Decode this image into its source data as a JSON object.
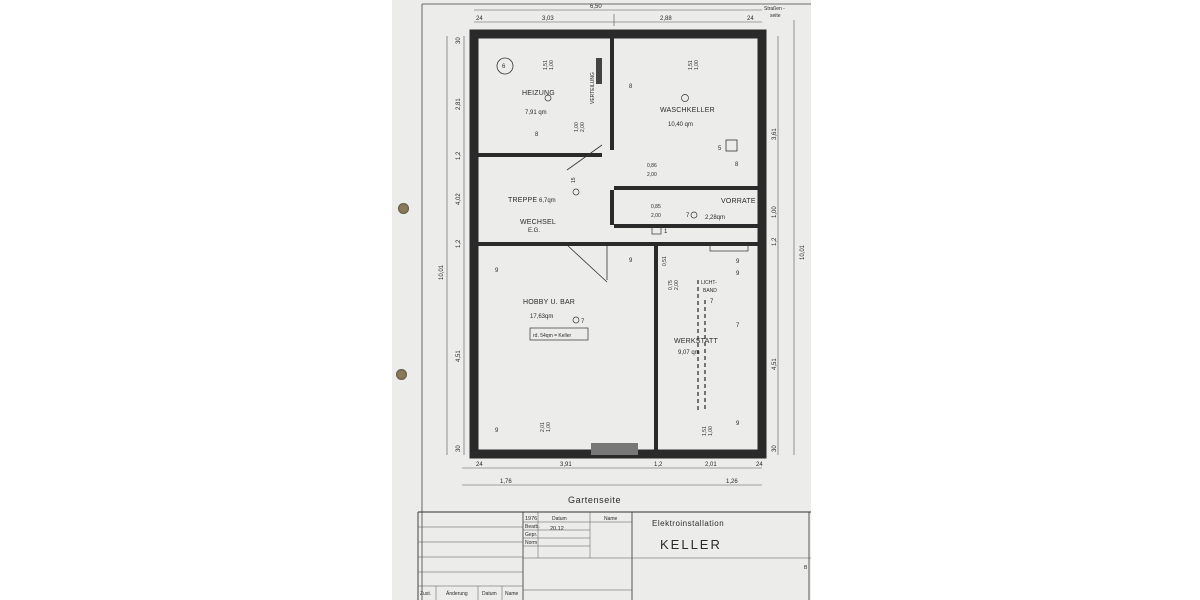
{
  "overall": {
    "top_width": "6,50",
    "top_left": "3,03",
    "top_right": "2,88",
    "top_edge_a": "24",
    "top_edge_b": "24",
    "left_height": "10,01",
    "right_height": "10,01"
  },
  "street": {
    "line1": "Straßen -",
    "line2": "seite"
  },
  "left_dims": [
    "30",
    "2,81",
    "1,2",
    "4,02",
    "1,2",
    "4,51",
    "30"
  ],
  "right_dims": [
    "3,61",
    "1,00",
    "1,2",
    "4,51",
    "30"
  ],
  "bottom_dims": {
    "a": "24",
    "b": "3,91",
    "c": "1,2",
    "d": "2,01",
    "e": "24",
    "f": "1,76",
    "g": "1,26"
  },
  "garden": "Gartenseite",
  "rooms": {
    "heizung": {
      "name": "HEIZUNG",
      "area": "7,91 qm",
      "marker": "6",
      "win": "1,51",
      "win2": "1,00"
    },
    "verteilung": {
      "name": "VERTEILUNG"
    },
    "waschkeller": {
      "name": "WASCHKELLER",
      "area": "10,40 qm",
      "win": "1,51",
      "win2": "1,00"
    },
    "treppe": {
      "name": "TREPPE",
      "area": "6,7qm",
      "sym": "15"
    },
    "wechsel": {
      "name": "WECHSEL",
      "floor": "E.G."
    },
    "vorrate": {
      "name": "VORRATE",
      "area": "2,28qm"
    },
    "hobby": {
      "name": "HOBBY U. BAR",
      "area": "17,63qm",
      "note": "rd. 54qm = Keller",
      "win": "2,01",
      "win2": "1,00"
    },
    "werkstatt": {
      "name": "WERKSTATT",
      "area": "9,07 qm",
      "licht1": "LICHT-",
      "licht2": "BAND",
      "win": "1,51",
      "win2": "1,00"
    }
  },
  "door_dims": {
    "d1": "1,00",
    "d1b": "2,00",
    "d2": "0,86",
    "d2b": "2,00",
    "d3": "0,85",
    "d3b": "2,00",
    "d4": "0,75",
    "d4b": "2,00",
    "d5": "0,51"
  },
  "symbols": {
    "s8": "8",
    "s7": "7",
    "s5": "5",
    "s9": "9",
    "s1": "1"
  },
  "table": {
    "year": "1976",
    "col_datum": "Datum",
    "col_name": "Name",
    "bearb": "Bearb.",
    "bearb_val": "20.12",
    "gepr": "Gepr.",
    "norm": "Norm",
    "zust": "Zust.",
    "anderung": "Änderung",
    "datum": "Datum",
    "name": "Name",
    "subject": "Elektroinstallation",
    "title": "KELLER",
    "corner": "B"
  }
}
